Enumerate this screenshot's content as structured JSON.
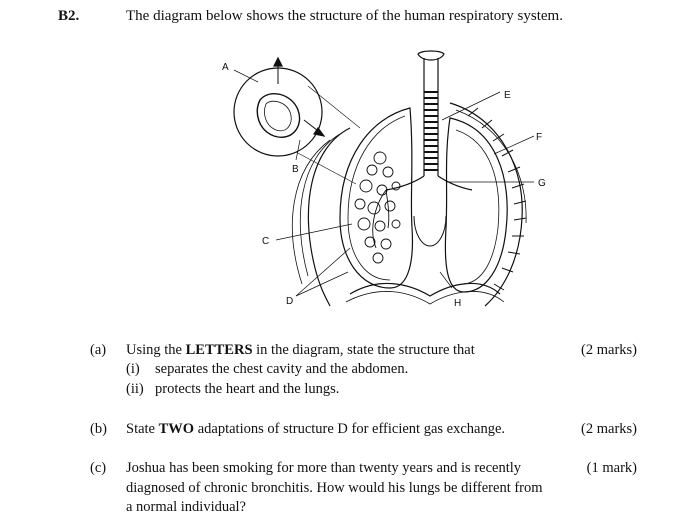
{
  "question": {
    "number": "B2.",
    "intro": "The diagram below shows the structure of the human respiratory system."
  },
  "diagram": {
    "labels": {
      "A": "A",
      "B": "B",
      "C": "C",
      "D": "D",
      "E": "E",
      "F": "F",
      "G": "G",
      "H": "H"
    }
  },
  "parts": {
    "a": {
      "letter": "(a)",
      "text_pre": "Using the ",
      "text_bold": "LETTERS",
      "text_post": " in the diagram, state the structure that",
      "marks": "(2 marks)",
      "sub": [
        {
          "num": "(i)",
          "text": "separates the chest cavity and the abdomen."
        },
        {
          "num": "(ii)",
          "text": "protects the heart and the lungs."
        }
      ]
    },
    "b": {
      "letter": "(b)",
      "text_pre": "State ",
      "text_bold": "TWO",
      "text_post": " adaptations of structure D for efficient gas exchange.",
      "marks": "(2 marks)"
    },
    "c": {
      "letter": "(c)",
      "lines": [
        "Joshua has been smoking for more than twenty years and is recently",
        "diagnosed of chronic bronchitis. How would his lungs be different from",
        "a normal individual?"
      ],
      "marks": "(1 mark)"
    }
  }
}
